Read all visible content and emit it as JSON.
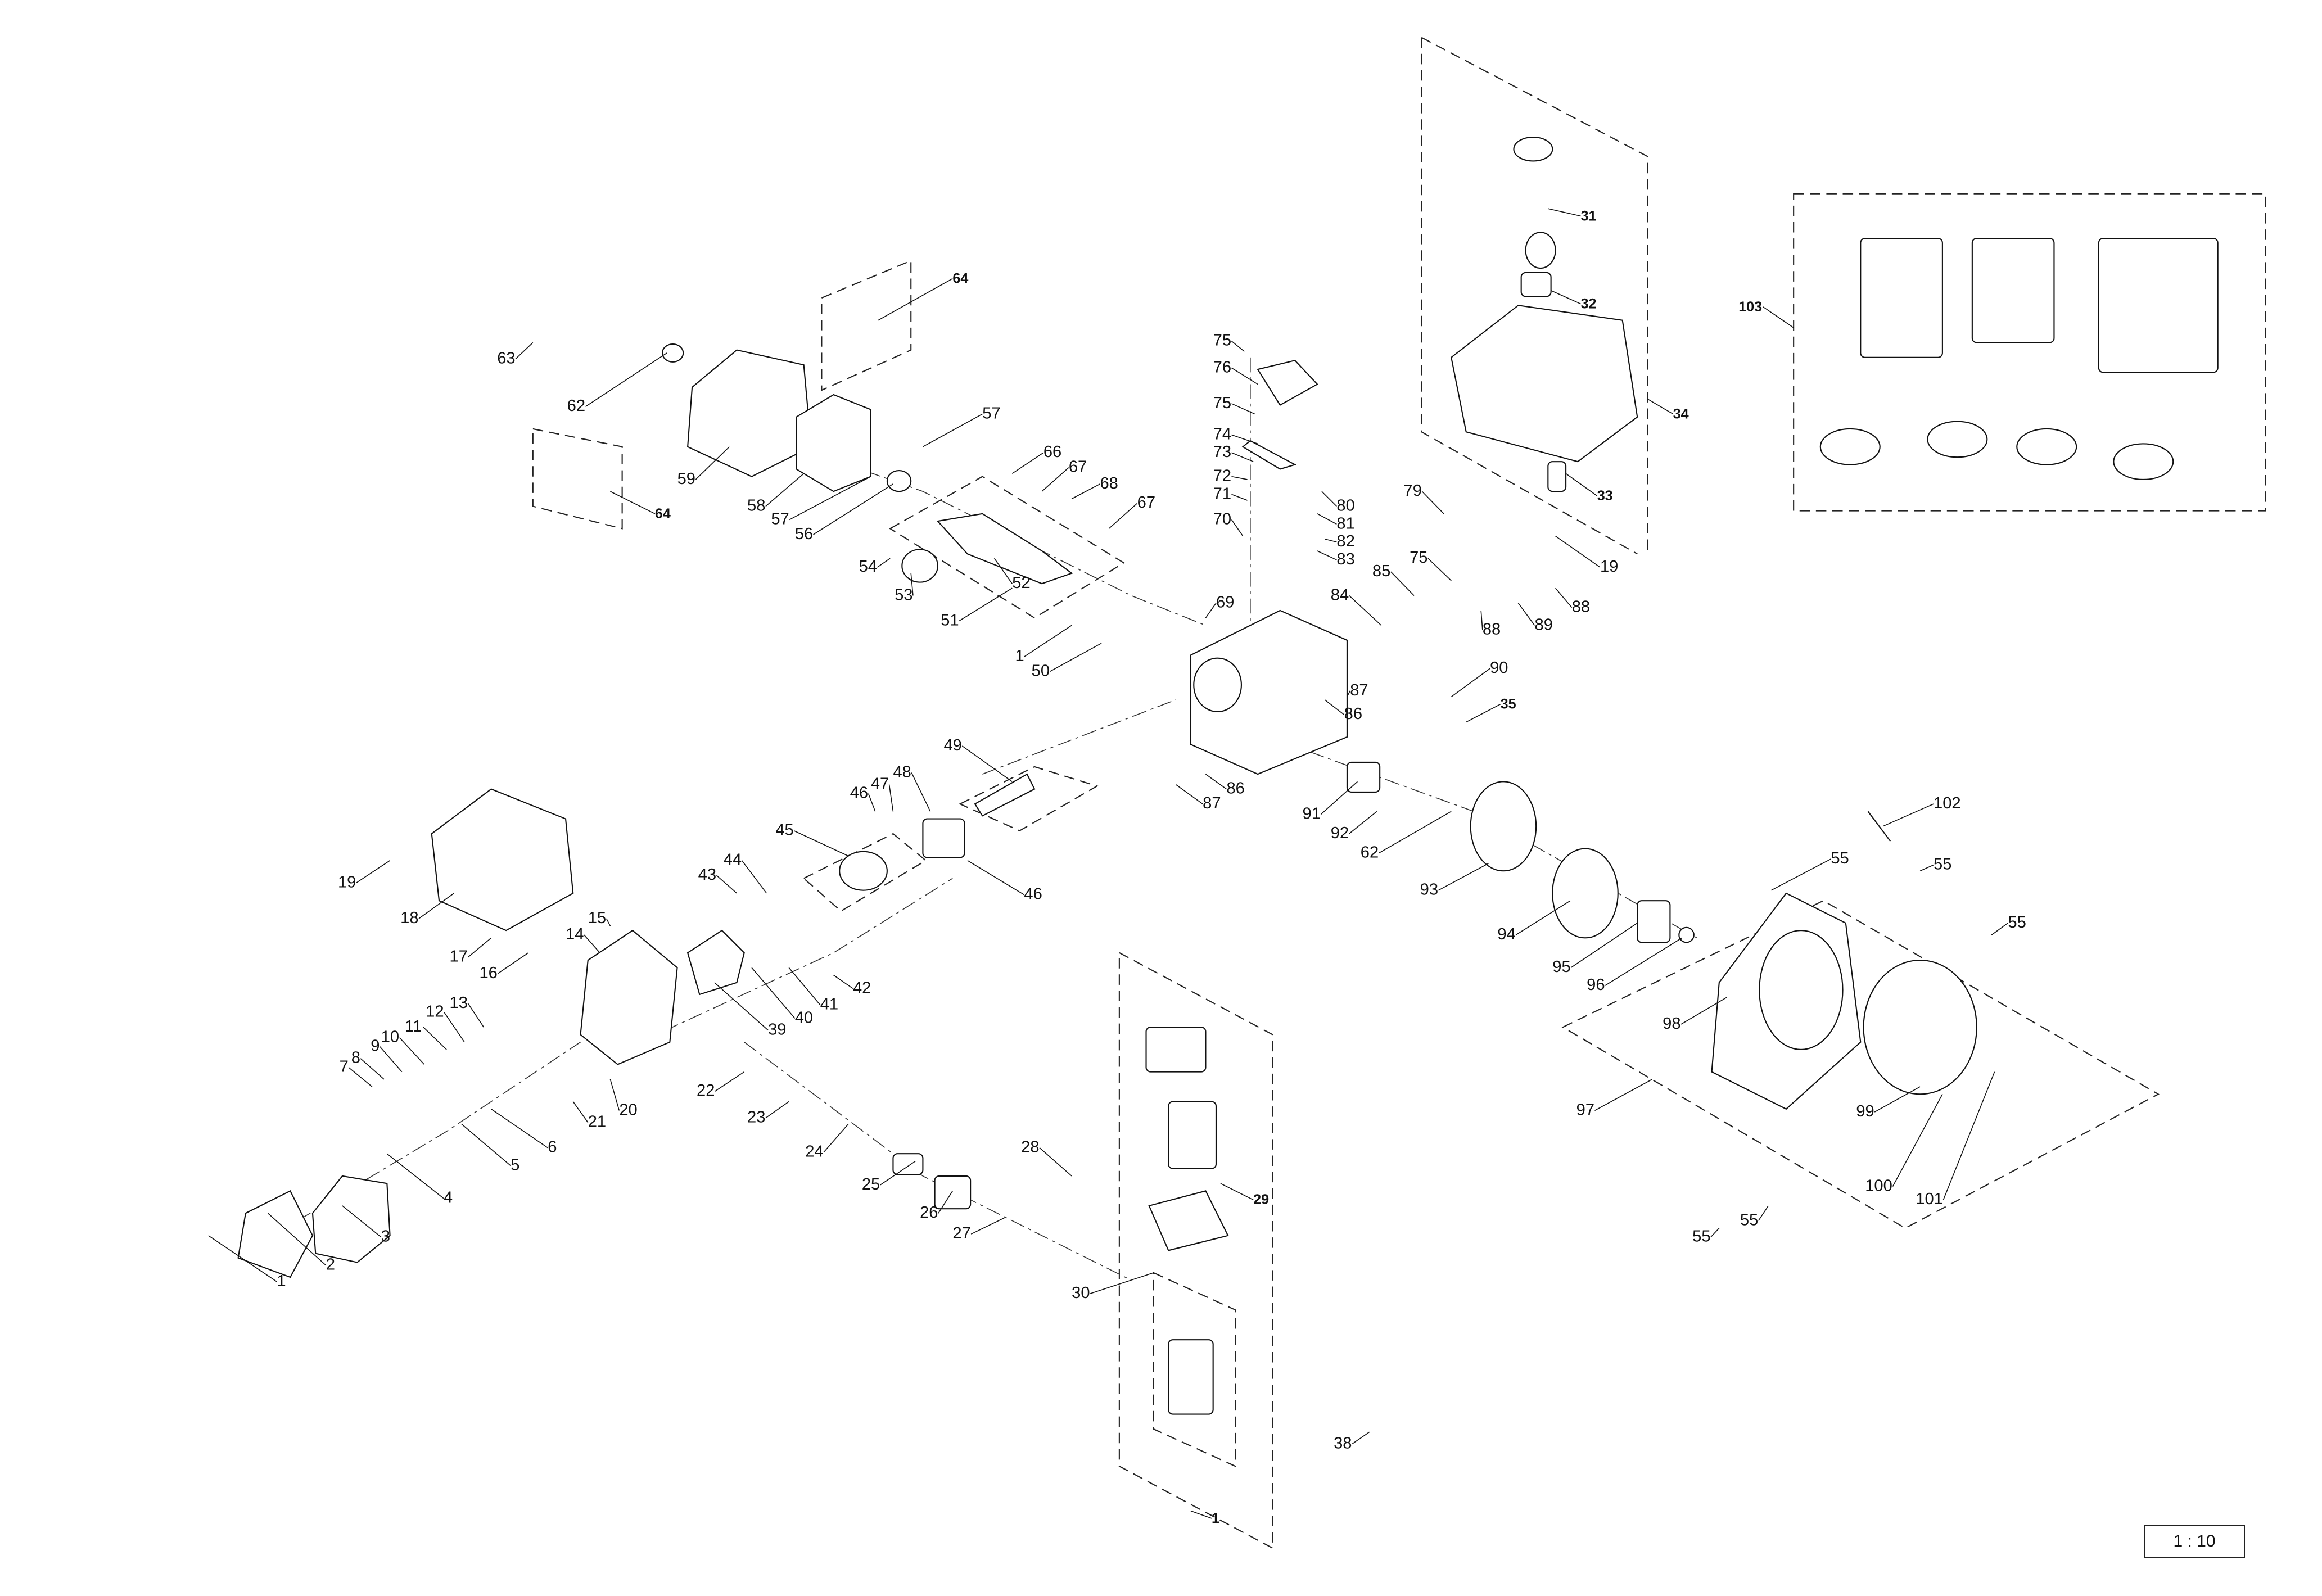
{
  "diagram": {
    "title": "Engine exploded parts view",
    "scale": "1 : 10",
    "callouts": [
      "64",
      "63",
      "62",
      "59",
      "64",
      "57",
      "58",
      "57",
      "56",
      "66",
      "67",
      "68",
      "67",
      "54",
      "53",
      "52",
      "51",
      "1",
      "50",
      "75",
      "76",
      "75",
      "74",
      "73",
      "72",
      "71",
      "70",
      "80",
      "81",
      "82",
      "83",
      "69",
      "79",
      "19",
      "75",
      "85",
      "88",
      "89",
      "88",
      "84",
      "87",
      "86",
      "90",
      "35",
      "91",
      "92",
      "86",
      "87",
      "62",
      "93",
      "94",
      "95",
      "96",
      "102",
      "55",
      "55",
      "55",
      "98",
      "97",
      "99",
      "100",
      "101",
      "55",
      "55",
      "31",
      "32",
      "34",
      "33",
      "103",
      "49",
      "48",
      "47",
      "46",
      "45",
      "46",
      "44",
      "43",
      "42",
      "41",
      "40",
      "39",
      "19",
      "18",
      "17",
      "16",
      "15",
      "14",
      "13",
      "12",
      "11",
      "10",
      "9",
      "8",
      "7",
      "22",
      "23",
      "21",
      "20",
      "6",
      "5",
      "4",
      "3",
      "2",
      "1",
      "24",
      "25",
      "26",
      "27",
      "28",
      "29",
      "30",
      "38",
      "1"
    ]
  }
}
